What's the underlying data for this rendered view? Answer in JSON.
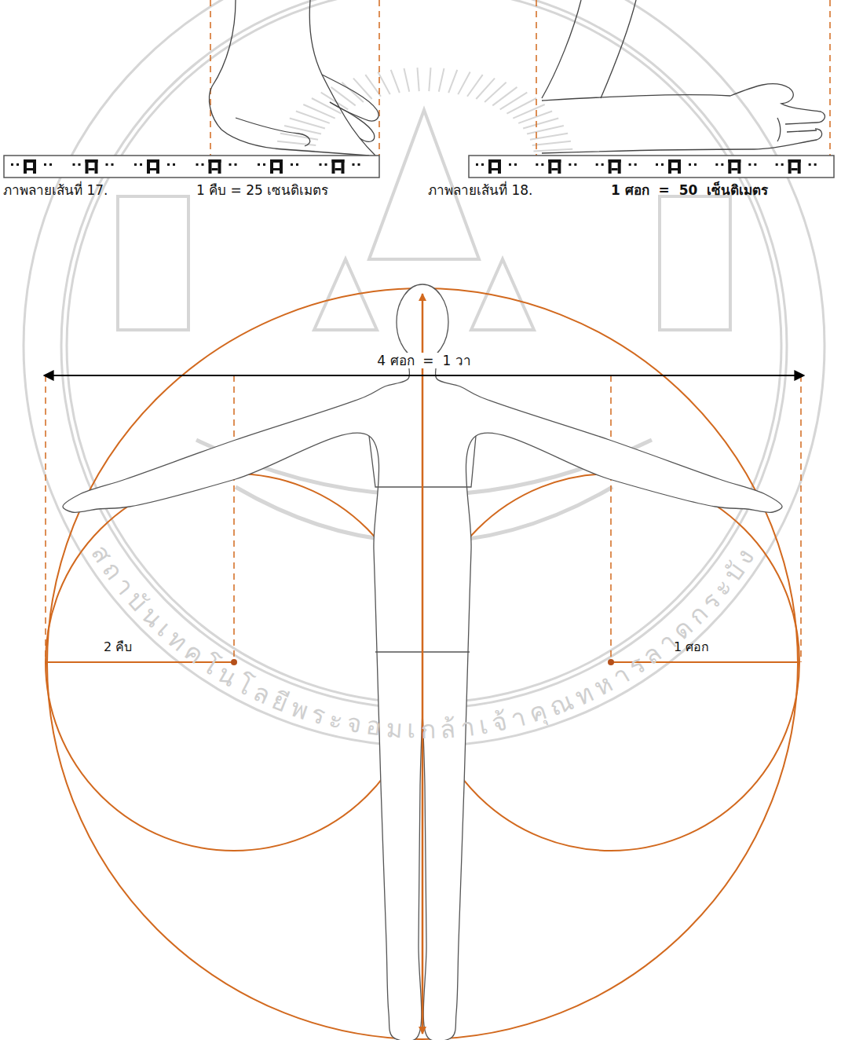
{
  "diagram": {
    "labels": [
      "ภาพลายเส้นที่ 17.",
      "1 คืบ = 25 เซนติเมตร",
      "ภาพลายเส้นที่ 18.",
      "1 ศอก  =  50  เซ็นติเมตร",
      "4 ศอก  =  1 วา",
      "2 คืบ",
      "1 ศอก",
      "สถาบันเทคโนโลยีพระจอมเกล้าเจ้าคุณทหารลาดกระบัง"
    ]
  }
}
